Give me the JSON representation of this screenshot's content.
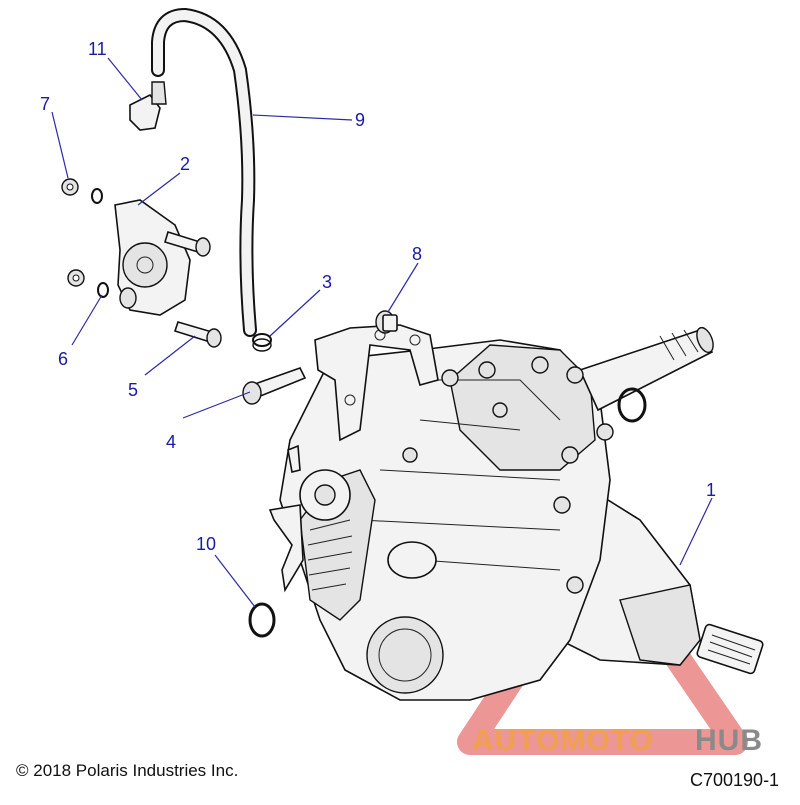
{
  "callouts": [
    {
      "label": "1"
    },
    {
      "label": "2"
    },
    {
      "label": "3"
    },
    {
      "label": "4"
    },
    {
      "label": "5"
    },
    {
      "label": "6"
    },
    {
      "label": "7"
    },
    {
      "label": "8"
    },
    {
      "label": "9"
    },
    {
      "label": "10"
    },
    {
      "label": "11"
    }
  ],
  "copyright": "© 2018 Polaris Industries Inc.",
  "drawing_number": "C700190-1",
  "watermark": {
    "part1": "AUTOMOTO",
    "part2": "HUB",
    "color1": "#f0a050",
    "color2": "#8a8a8a",
    "triangle_color": "#e05050"
  },
  "colors": {
    "callout": "#1a1aa8",
    "outline": "#111111"
  }
}
